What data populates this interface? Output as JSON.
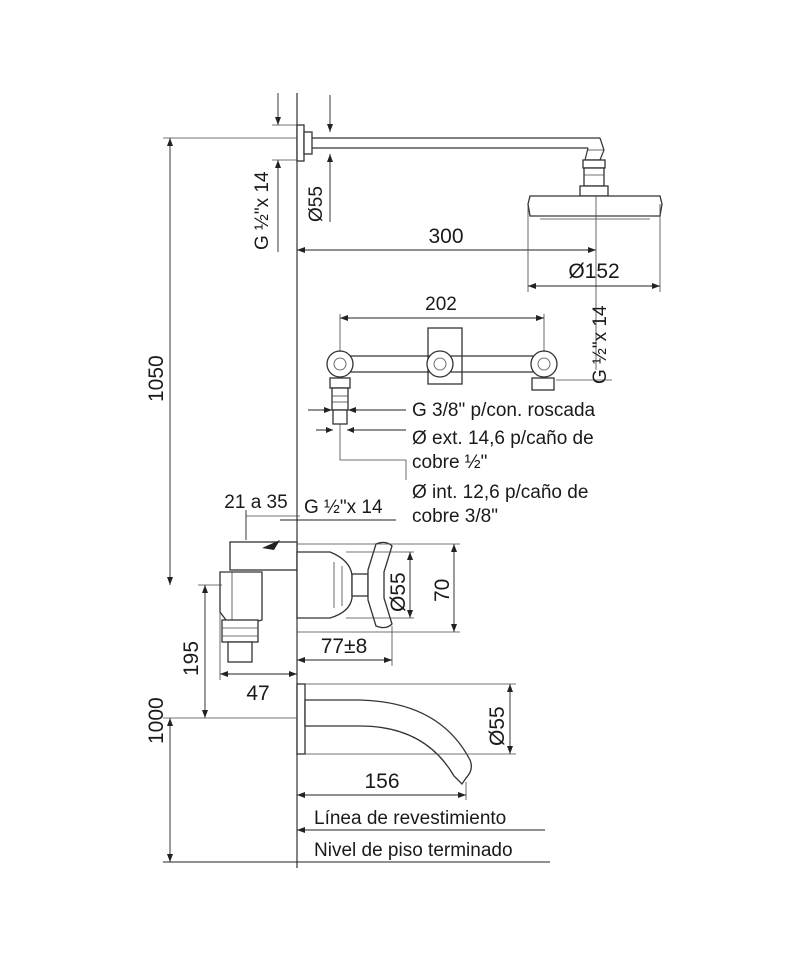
{
  "dimensions": {
    "shower_thread": "G ½\"x 14",
    "shower_flange": "Ø55",
    "arm_length": "300",
    "head_diameter": "Ø152",
    "valve_thread": "G ½\"x 14",
    "valve_spacing": "202",
    "total_height": "1050",
    "mixer_depth_range": "21 a 35",
    "mixer_thread": "G ½\"x 14",
    "handle_flange": "Ø55",
    "handle_height": "70",
    "handle_projection": "77±8",
    "connection_height": "195",
    "connection_offset": "47",
    "spout_height": "1000",
    "spout_flange": "Ø55",
    "spout_length": "156"
  },
  "notes": {
    "thread_connection": "G 3/8\" p/con. roscada",
    "ext_line1": "Ø ext. 14,6 p/caño de",
    "ext_line2": "cobre ½\"",
    "int_line1": "Ø int. 12,6 p/caño de",
    "int_line2": "cobre 3/8\""
  },
  "reference_lines": {
    "finish_line": "Línea de revestimiento",
    "floor_level": "Nivel de piso terminado"
  }
}
